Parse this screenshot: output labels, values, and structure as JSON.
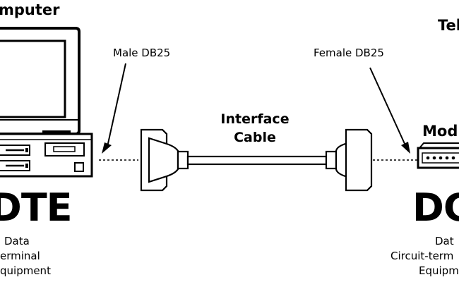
{
  "left": {
    "device_title": "mputer",
    "connector_label": "Male DB25",
    "acronym": "DTE",
    "description": [
      "Data",
      "erminal",
      "quipment"
    ]
  },
  "center": {
    "cable_label_line1": "Interface",
    "cable_label_line2": "Cable"
  },
  "right": {
    "top_label": "Tel",
    "device_title": "Mod",
    "connector_label": "Female DB25",
    "acronym": "DC",
    "description": [
      "Dat",
      "Circuit-term",
      "Equipm"
    ]
  }
}
